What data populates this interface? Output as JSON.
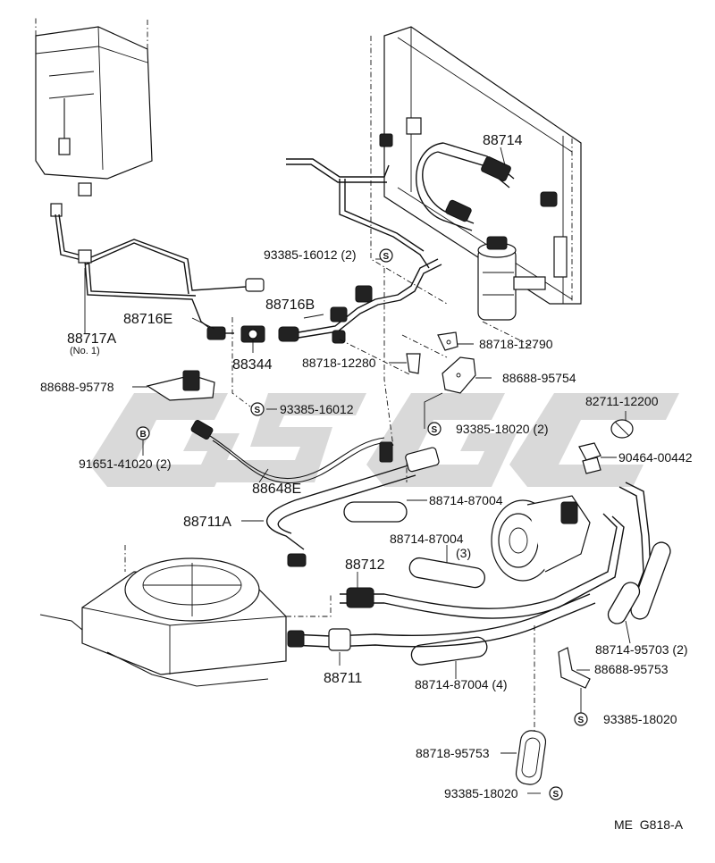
{
  "diagram": {
    "watermark": "GSGC",
    "footer_code": "ME  G818-A",
    "labels": {
      "p88714": "88714",
      "p93385_16012_2": "93385-16012 (2)",
      "p88716b": "88716B",
      "p88716e": "88716E",
      "p88717a": "88717A",
      "p88717a_note": "(No. 1)",
      "p88344": "88344",
      "p88718_12790": "88718-12790",
      "p88718_12280": "88718-12280",
      "p88688_95754": "88688-95754",
      "p88688_95778": "88688-95778",
      "p93385_16012": "93385-16012",
      "p82711_12200": "82711-12200",
      "p93385_18020_2": "93385-18020 (2)",
      "p90464_00442": "90464-00442",
      "p91651_41020_2": "91651-41020 (2)",
      "p88648e": "88648E",
      "p88714_87004_a": "88714-87004",
      "p88711a": "88711A",
      "p88714_87004_b": "88714-87004",
      "p88714_87004_b_qty": "(3)",
      "p88712": "88712",
      "p88714_95703_2": "88714-95703 (2)",
      "p88711": "88711",
      "p88714_87004_4": "88714-87004 (4)",
      "p88688_95753": "88688-95753",
      "p93385_18020_a": "93385-18020",
      "p88718_95753": "88718-95753",
      "p93385_18020_b": "93385-18020"
    },
    "symbols": {
      "s": "S",
      "b": "B"
    }
  }
}
